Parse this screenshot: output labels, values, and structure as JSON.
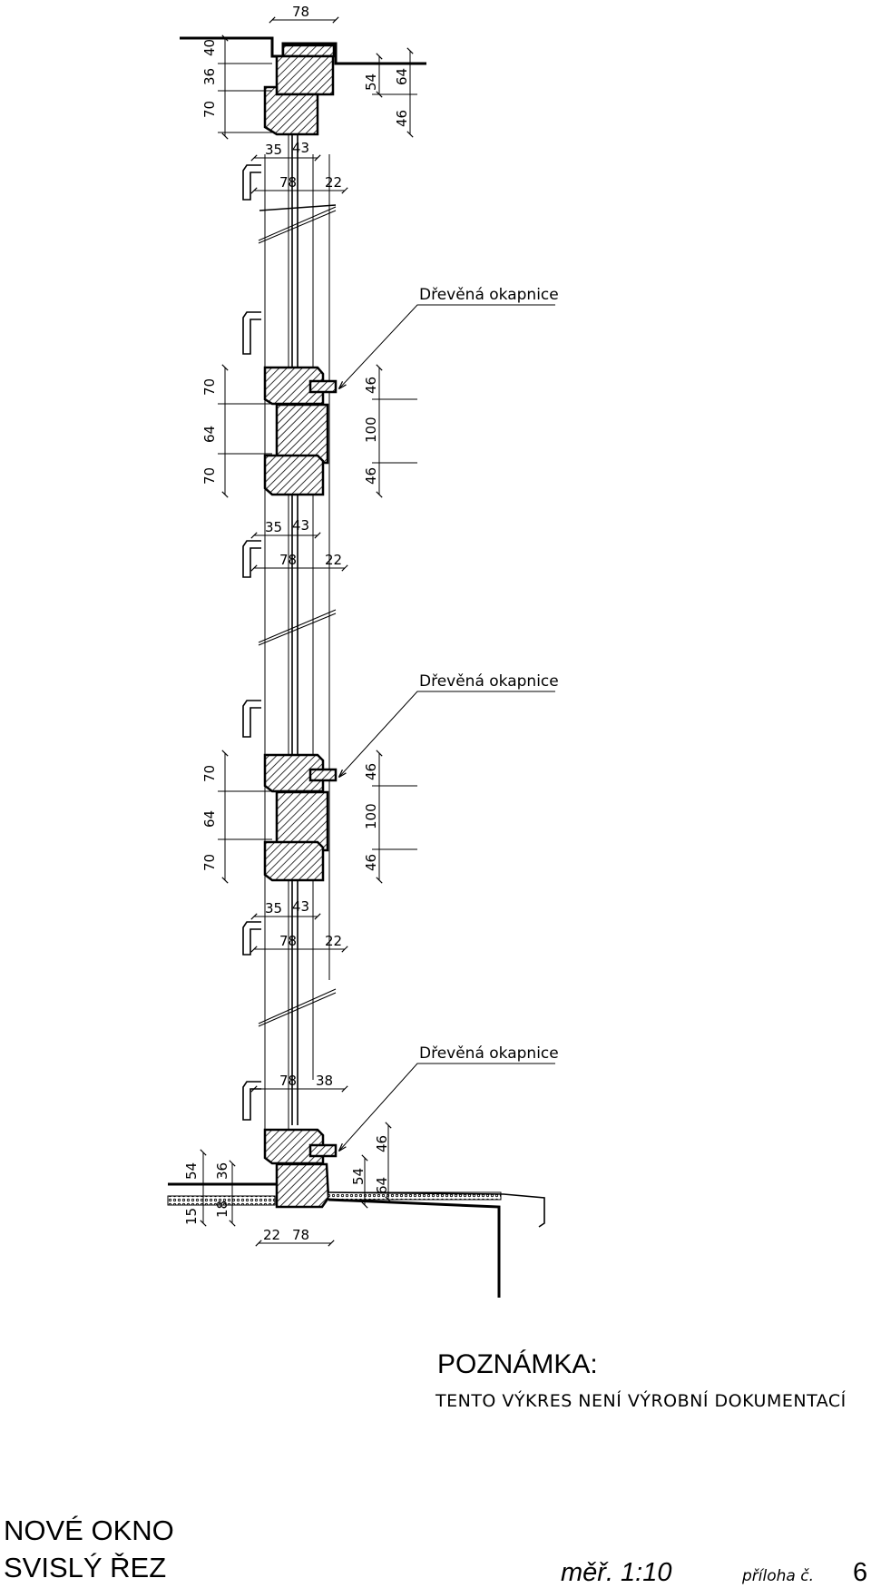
{
  "drawing": {
    "top_dims": {
      "width_top": "78",
      "left_stack": [
        "70",
        "36",
        "40"
      ],
      "right_stack": [
        "54",
        "64",
        "46"
      ],
      "sash": [
        "35",
        "43",
        "78",
        "22"
      ]
    },
    "mid_units": [
      {
        "callout": "Dřevěná okapnice",
        "left_stack": [
          "70",
          "64",
          "70"
        ],
        "right_stack": [
          "46",
          "100",
          "46"
        ],
        "sash": [
          "35",
          "43",
          "78",
          "22"
        ]
      },
      {
        "callout": "Dřevěná okapnice",
        "left_stack": [
          "70",
          "64",
          "70"
        ],
        "right_stack": [
          "46",
          "100",
          "46"
        ],
        "sash": [
          "35",
          "43",
          "78",
          "22"
        ]
      }
    ],
    "bottom": {
      "callout": "Dřevěná okapnice",
      "top_row": [
        "78",
        "38"
      ],
      "left_stack": [
        "54",
        "36"
      ],
      "left_small": [
        "15",
        "18"
      ],
      "right_stack": [
        "54",
        "64",
        "46"
      ],
      "bottom_row": [
        "22",
        "78"
      ]
    }
  },
  "note": {
    "title": "POZNÁMKA:",
    "body": "TENTO VÝKRES NENÍ VÝROBNÍ DOKUMENTACÍ"
  },
  "title_block": {
    "line1": "NOVÉ OKNO",
    "line2": "SVISLÝ ŘEZ",
    "scale": "měř. 1:10",
    "attachment_label": "příloha č.",
    "attachment_number": "6"
  }
}
